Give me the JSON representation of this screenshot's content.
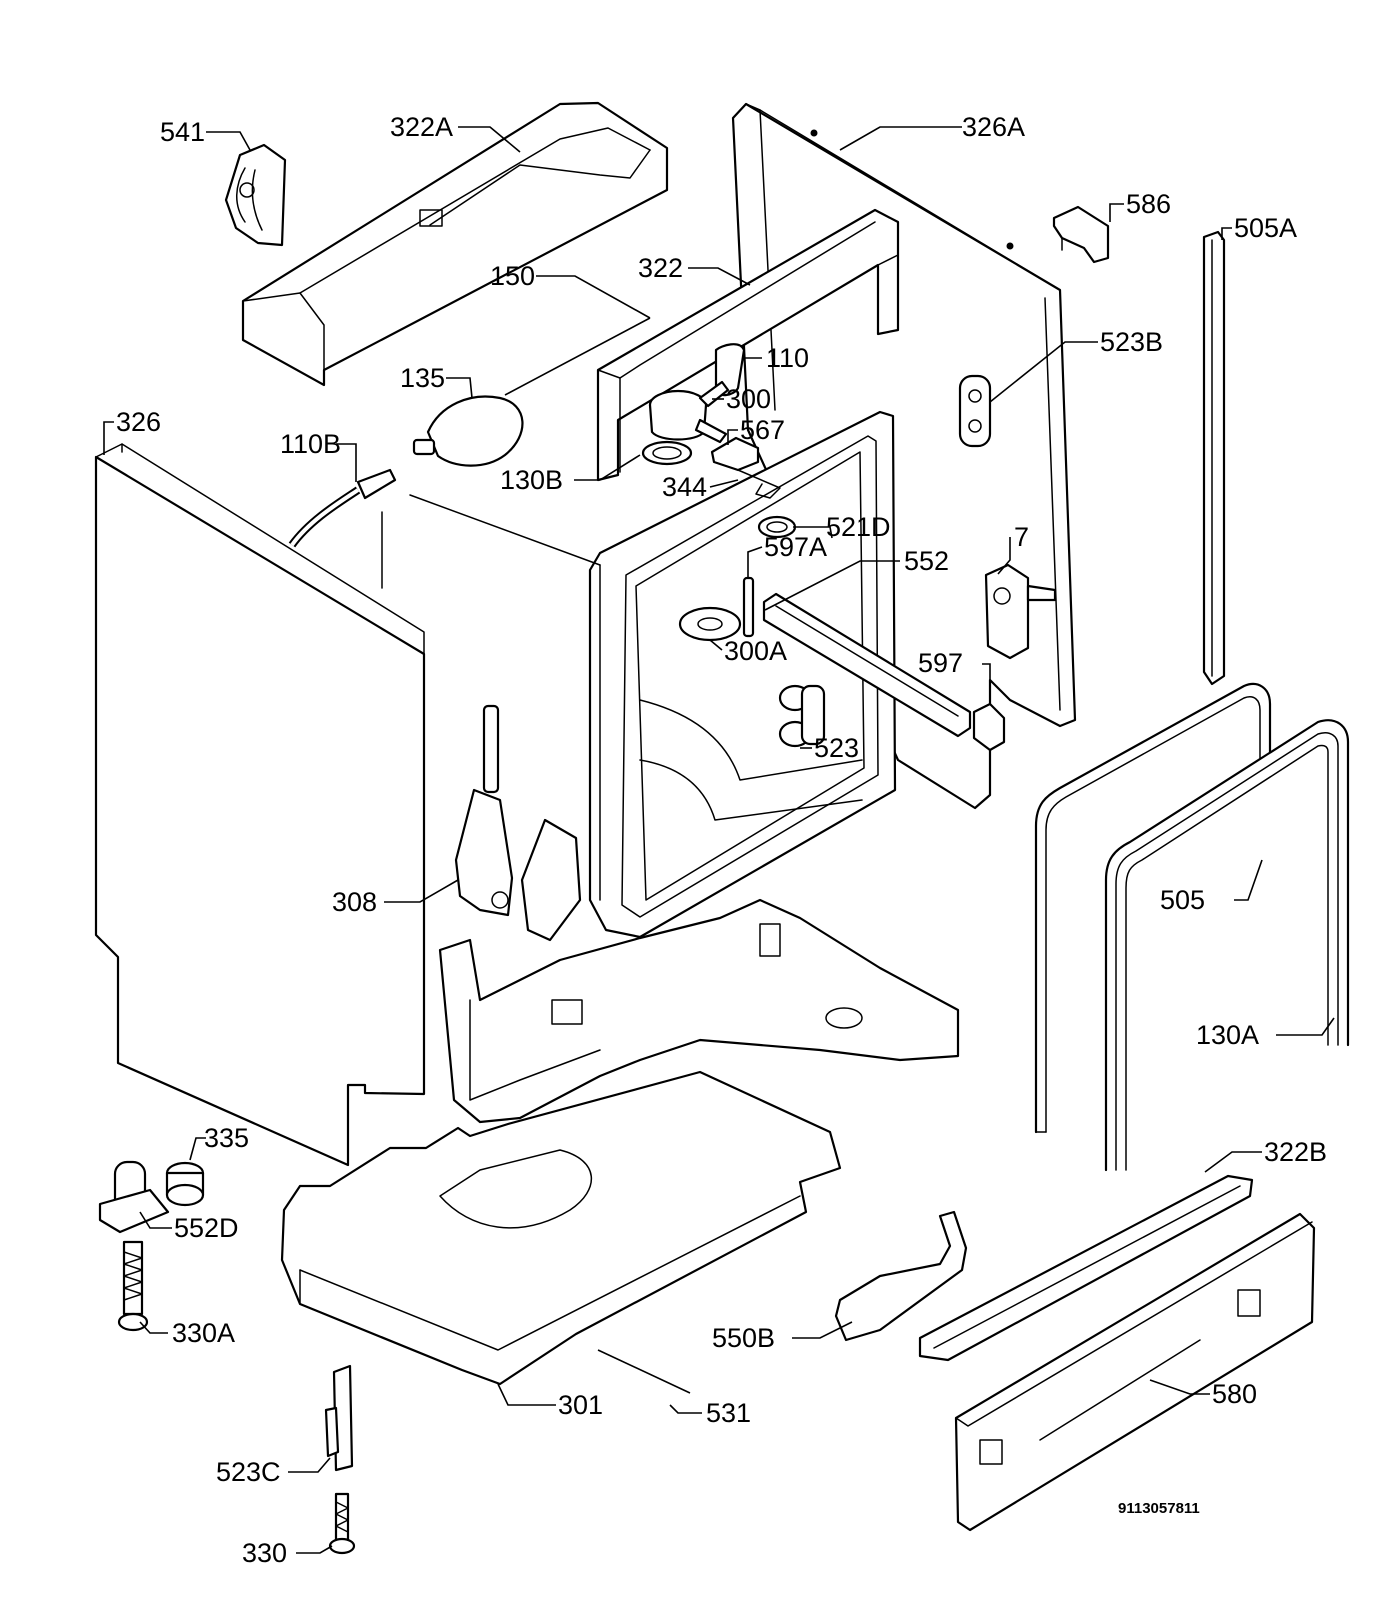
{
  "labels": {
    "l541": "541",
    "l322a": "322A",
    "l326a": "326A",
    "l586": "586",
    "l505a": "505A",
    "l150": "150",
    "l322": "322",
    "l110": "110",
    "l523b": "523B",
    "l135": "135",
    "l300": "300",
    "l326": "326",
    "l110b": "110B",
    "l567": "567",
    "l130b": "130B",
    "l344": "344",
    "l521d": "521D",
    "l7": "7",
    "l597a": "597A",
    "l552": "552",
    "l300a": "300A",
    "l597": "597",
    "l523": "523",
    "l308": "308",
    "l505": "505",
    "l130a": "130A",
    "l335": "335",
    "l552d": "552D",
    "l322b": "322B",
    "l330a": "330A",
    "l550b": "550B",
    "l580": "580",
    "l301": "301",
    "l531": "531",
    "l523c": "523C",
    "l330": "330"
  },
  "drawing_code": "9113057811"
}
